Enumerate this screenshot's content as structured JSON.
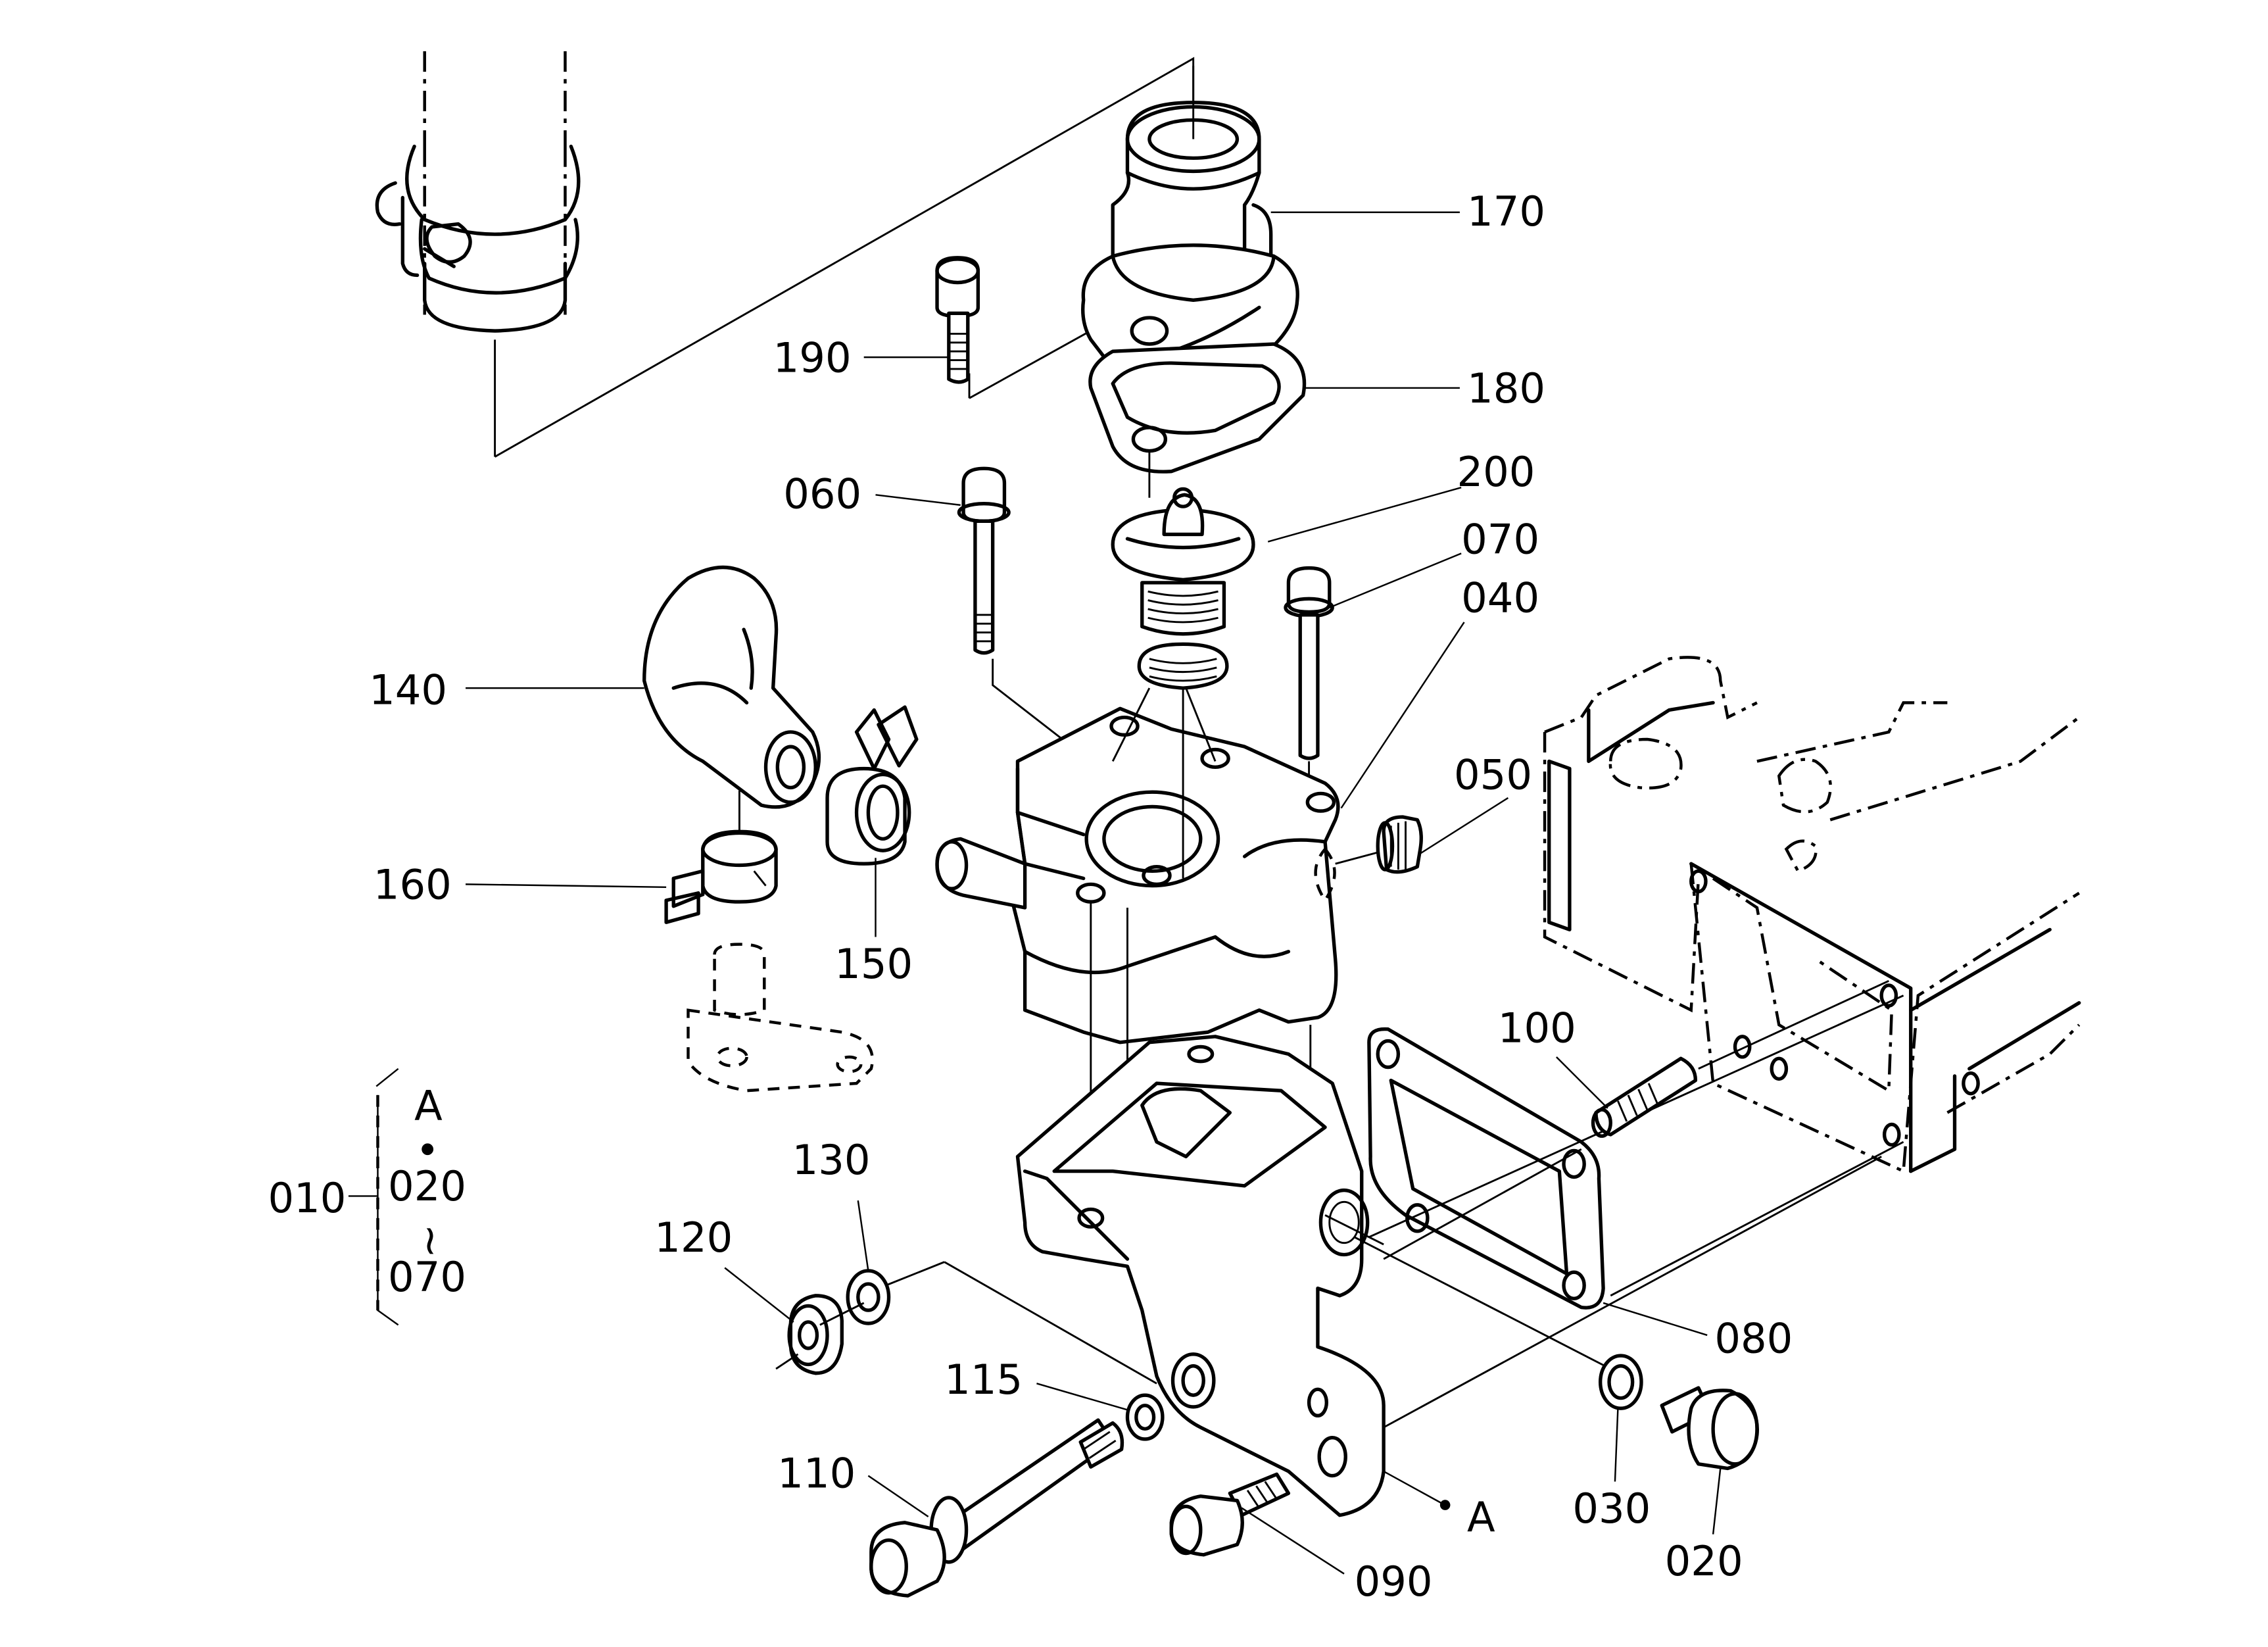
{
  "diagram": {
    "type": "exploded parts diagram",
    "subject": "thermostat / water flange assembly",
    "part_labels": [
      {
        "id": "170",
        "text": "170"
      },
      {
        "id": "180",
        "text": "180"
      },
      {
        "id": "190",
        "text": "190"
      },
      {
        "id": "060",
        "text": "060"
      },
      {
        "id": "200",
        "text": "200"
      },
      {
        "id": "070",
        "text": "070"
      },
      {
        "id": "040",
        "text": "040"
      },
      {
        "id": "140",
        "text": "140"
      },
      {
        "id": "050",
        "text": "050"
      },
      {
        "id": "160",
        "text": "160"
      },
      {
        "id": "150",
        "text": "150"
      },
      {
        "id": "100",
        "text": "100"
      },
      {
        "id": "130",
        "text": "130"
      },
      {
        "id": "120",
        "text": "120"
      },
      {
        "id": "080",
        "text": "080"
      },
      {
        "id": "115",
        "text": "115"
      },
      {
        "id": "110",
        "text": "110"
      },
      {
        "id": "030",
        "text": "030"
      },
      {
        "id": "020",
        "text": "020"
      },
      {
        "id": "090",
        "text": "090"
      }
    ],
    "reference_marker": "A",
    "assembly_legend": {
      "parent": "010",
      "marker": "A",
      "range_start": "020",
      "range_symbol": "~",
      "range_end": "070"
    }
  }
}
